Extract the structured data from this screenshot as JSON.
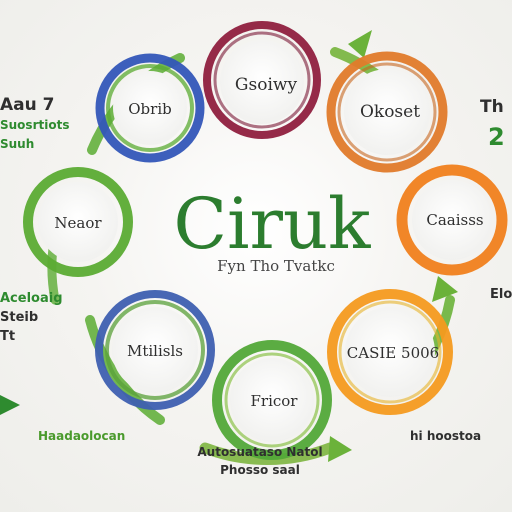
{
  "center": {
    "title": "Ciruk",
    "subtitle": "Fyn    Tho    Tvatkc"
  },
  "nodes": [
    {
      "label": "Gsoiwy",
      "color": "#8f1f3e"
    },
    {
      "label": "Okoset",
      "color": "#e07a2a"
    },
    {
      "label": "Caaisss",
      "color": "#f07f1c"
    },
    {
      "label": "CASIE 5006",
      "color": "#f49a1f"
    },
    {
      "label": "Fricor",
      "color": "#52a838"
    },
    {
      "label": "Mtilisls",
      "color": "#3e5fb0"
    },
    {
      "label": "Neaor",
      "color": "#5bab33"
    },
    {
      "label": "Obrib",
      "color": "#3356b8"
    }
  ],
  "side_text": {
    "left_top_1": "Aau 7",
    "left_top_2": "Suosrtiots",
    "left_top_3": "Suuh",
    "right_top_1": "Th",
    "right_top_2": "2",
    "left_mid_1": "Aceloaig",
    "left_mid_2": "Steib",
    "left_mid_3": "Tt",
    "right_mid": "Elo",
    "left_bottom": "Haadaolocan",
    "right_bottom": "hi hoostoa",
    "bottom_line_1": "Autosuataso Natol",
    "bottom_line_2": "Phosso saal"
  },
  "colors": {
    "green": "#2e8b2f",
    "crimson": "#8f1f3e",
    "orange": "#e9782a",
    "blue": "#3558b5"
  }
}
